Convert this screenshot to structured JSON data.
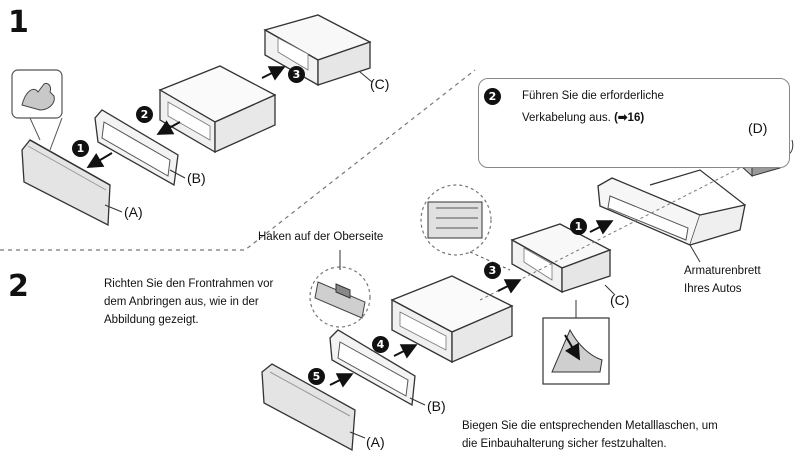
{
  "steps": {
    "step1": "1",
    "step2": "2"
  },
  "step1_badges": [
    "1",
    "2",
    "3"
  ],
  "step2_badges": [
    "1",
    "3",
    "4",
    "5"
  ],
  "callout": {
    "badge": "2",
    "line1": "Führen Sie die erforderliche",
    "line2": "Verkabelung aus.",
    "ref": "(➡16)"
  },
  "labels": {
    "A": "(A)",
    "B": "(B)",
    "C": "(C)",
    "D": "(D)",
    "hook": "Haken auf der Oberseite",
    "dashboard_1": "Armaturenbrett",
    "dashboard_2": "Ihres Autos"
  },
  "notes": {
    "align_1": "Richten Sie den Frontrahmen vor",
    "align_2": "dem Anbringen aus, wie in der",
    "align_3": "Abbildung gezeigt.",
    "bend_1": "Biegen Sie die entsprechenden Metalllaschen, um",
    "bend_2": "die Einbauhalterung sicher festzuhalten."
  }
}
